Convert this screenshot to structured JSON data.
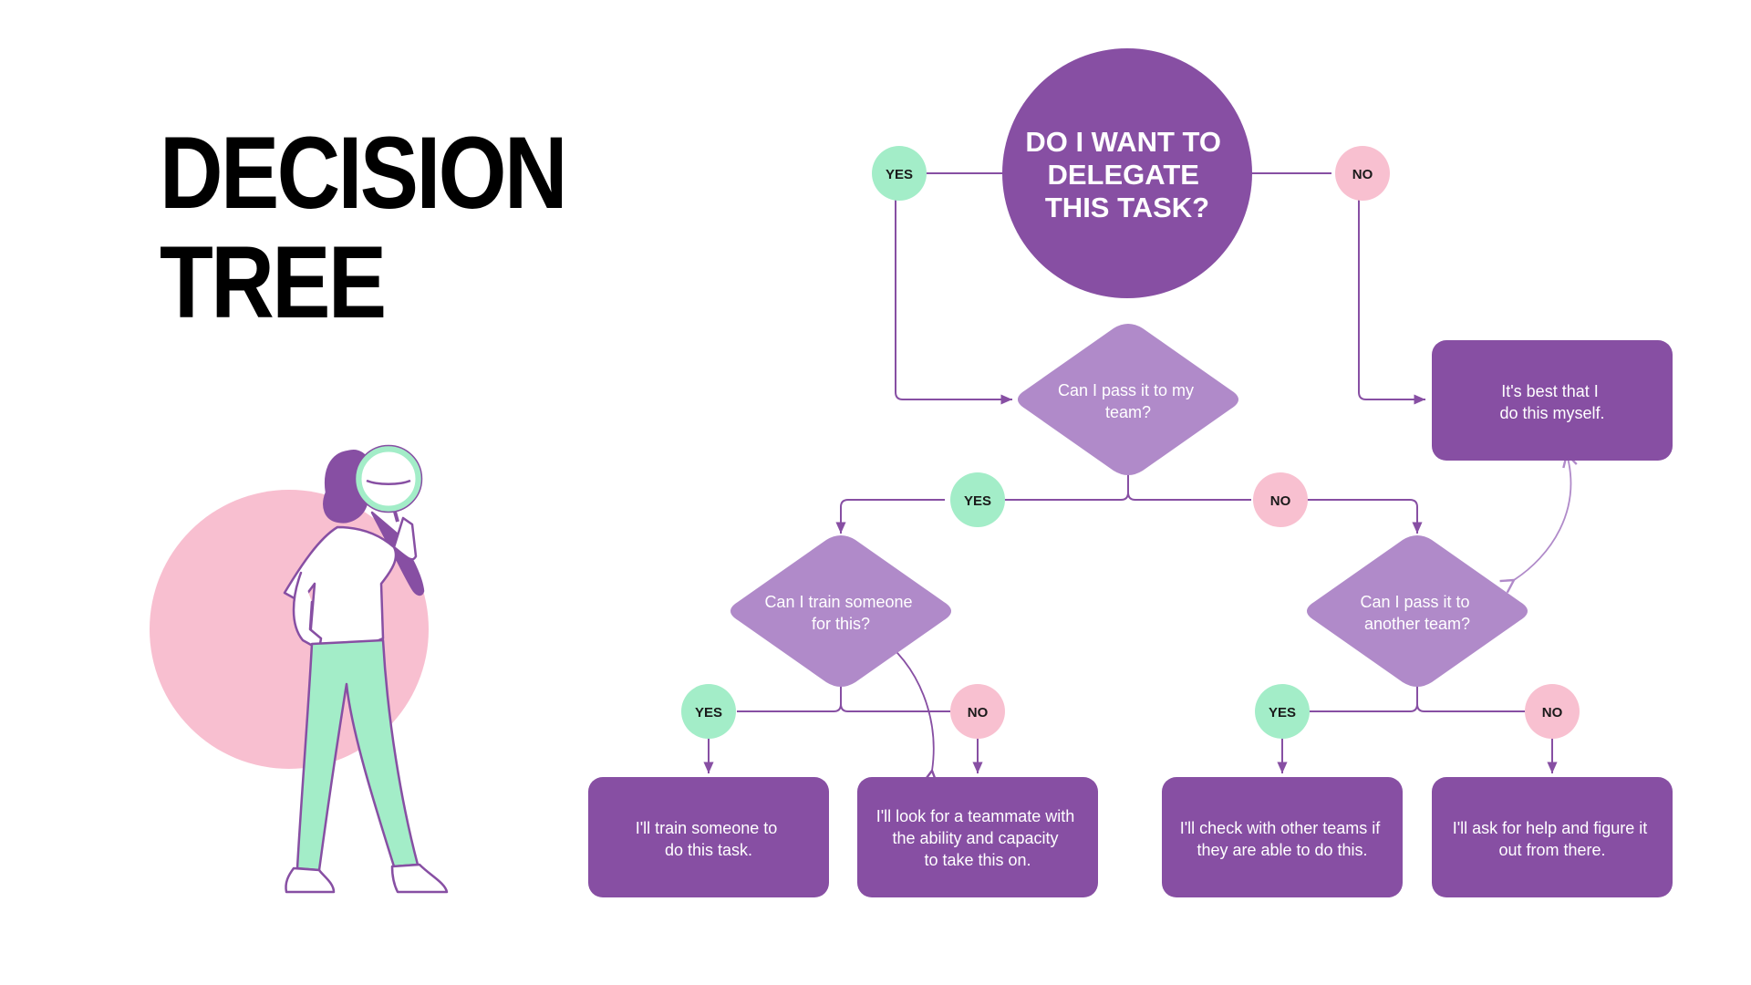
{
  "title": {
    "line1": "DECISION",
    "line2": "TREE"
  },
  "colors": {
    "dark_purple": "#874fa3",
    "light_purple": "#b08ac9",
    "yes_green": "#a3edc8",
    "no_pink": "#f8c0d0",
    "pink_circle": "#f8bfd0",
    "pants_green": "#a3edc8",
    "line": "#874fa3"
  },
  "root": {
    "lines": [
      "DO I WANT TO",
      "DELEGATE",
      "THIS TASK?"
    ]
  },
  "q_team": {
    "lines": [
      "Can I pass it to my",
      "team?"
    ]
  },
  "q_train": {
    "lines": [
      "Can I train someone",
      "for this?"
    ]
  },
  "q_other": {
    "lines": [
      "Can I pass it to",
      "another team?"
    ]
  },
  "out_myself": {
    "lines": [
      "It's best that I",
      "do this myself."
    ]
  },
  "out_train": {
    "lines": [
      "I'll train someone to",
      "do this task."
    ]
  },
  "out_teammate": {
    "lines": [
      "I'll look for a teammate with",
      "the ability and capacity",
      "to take this on."
    ]
  },
  "out_check": {
    "lines": [
      "I'll check with other teams if",
      "they are able to do this."
    ]
  },
  "out_help": {
    "lines": [
      "I'll ask for help and figure it",
      "out from there."
    ]
  },
  "badges": {
    "yes": "YES",
    "no": "NO"
  },
  "illustration": {
    "subject": "woman holding magnifying glass",
    "icon": "magnifying-glass-icon"
  }
}
